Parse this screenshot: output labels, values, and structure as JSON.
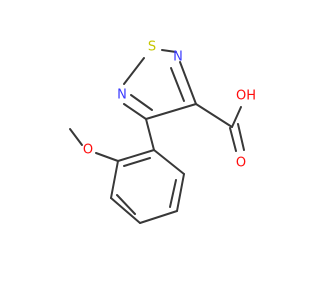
{
  "molecule": {
    "atoms": {
      "S": "S",
      "N_top": "N",
      "N_left": "N",
      "O_methoxy": "O",
      "O_hydroxyl": "OH",
      "O_carbonyl": "O"
    },
    "colors": {
      "bond": "#383838",
      "sulfur": "#c6c600",
      "nitrogen": "#3a3aff",
      "oxygen": "#ff0d0d",
      "background": "#ffffff"
    }
  }
}
